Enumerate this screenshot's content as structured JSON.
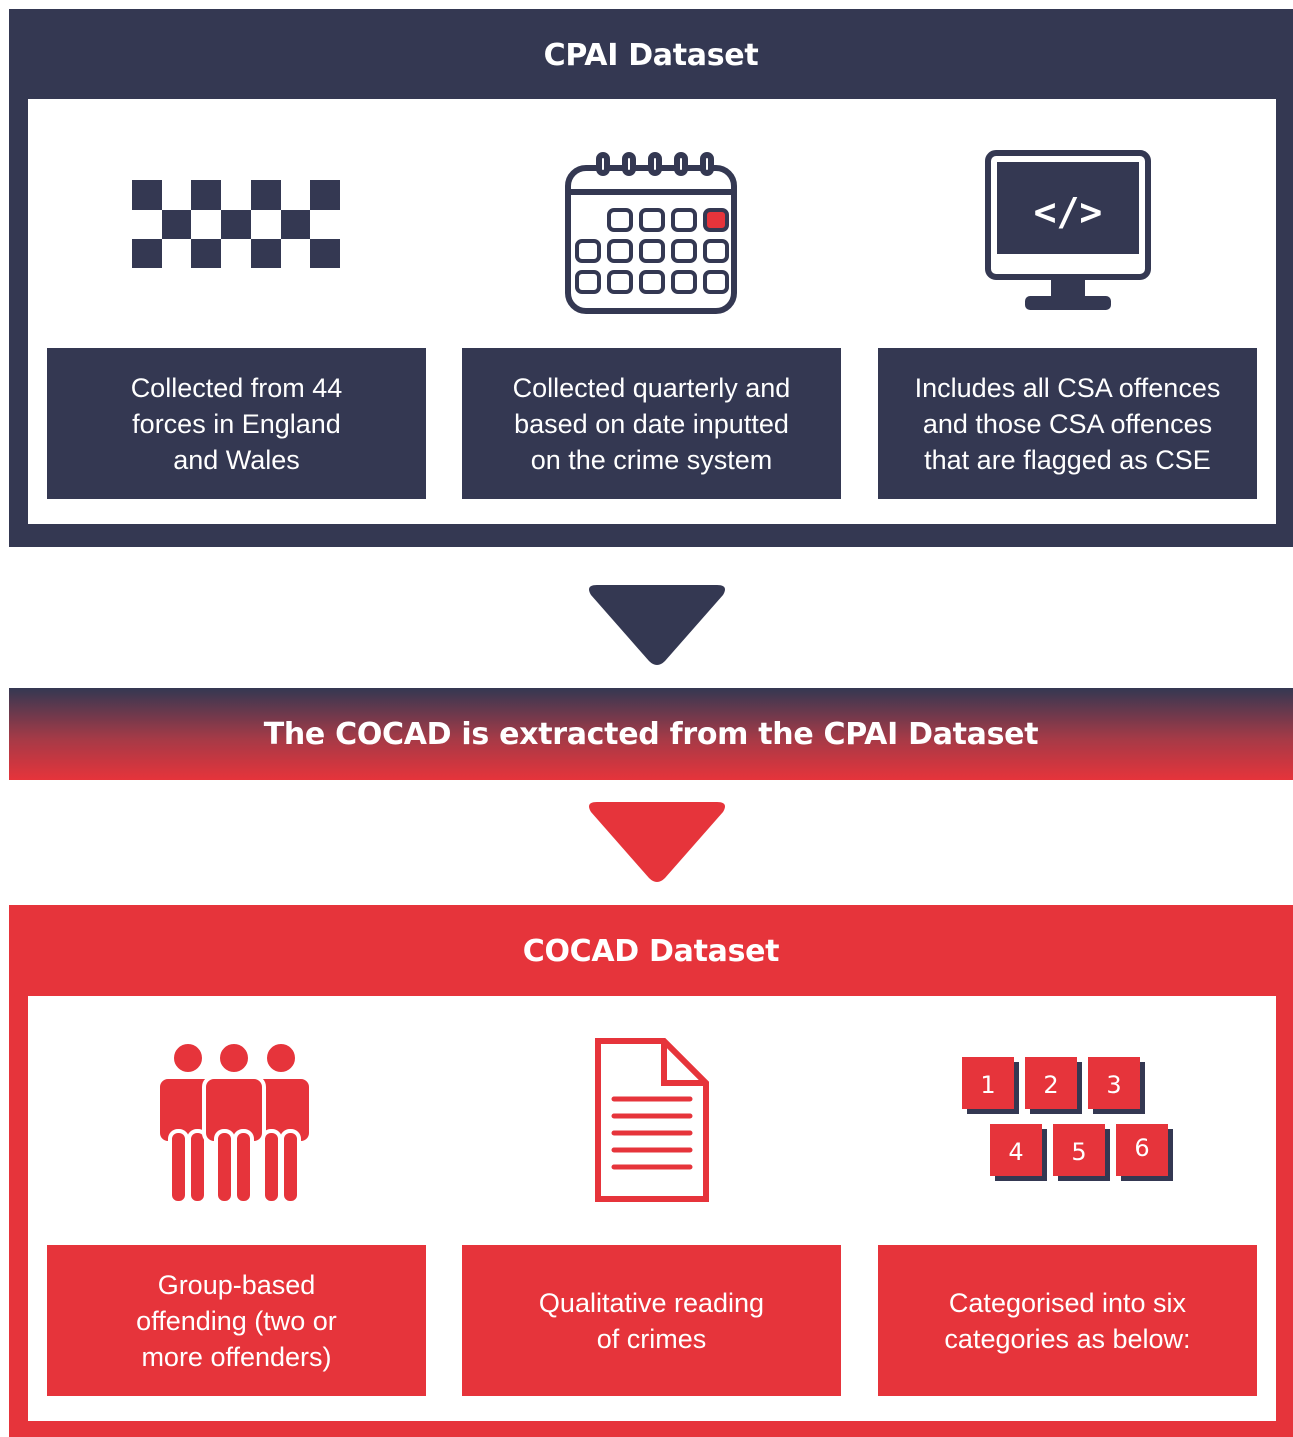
{
  "cpai": {
    "title": "CPAI Dataset",
    "cards": [
      {
        "lines": [
          "Collected from 44",
          "forces in England",
          "and Wales"
        ]
      },
      {
        "lines": [
          "Collected quarterly and",
          "based on date inputted",
          "on the crime system"
        ]
      },
      {
        "lines": [
          "Includes all CSA offences",
          "and those CSA offences",
          "that are flagged as CSE"
        ]
      }
    ],
    "icons": [
      "checkered-pattern-icon",
      "calendar-icon",
      "code-monitor-icon"
    ],
    "code_symbol": "</>"
  },
  "banner": {
    "text": "The COCAD is extracted from the CPAI Dataset"
  },
  "cocad": {
    "title": "COCAD Dataset",
    "cards": [
      {
        "lines": [
          "Group-based",
          "offending (two or",
          "more offenders)"
        ]
      },
      {
        "lines": [
          "Qualitative reading",
          "of crimes"
        ]
      },
      {
        "lines": [
          "Categorised into six",
          "categories as below:"
        ]
      }
    ],
    "icons": [
      "group-of-people-icon",
      "document-icon",
      "numbered-categories-icon"
    ],
    "category_numbers": [
      "1",
      "2",
      "3",
      "4",
      "5",
      "6"
    ]
  },
  "colors": {
    "navy": "#343852",
    "red": "#e6343b",
    "white": "#ffffff"
  }
}
